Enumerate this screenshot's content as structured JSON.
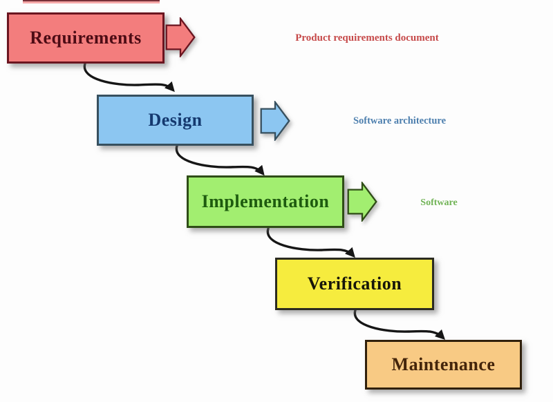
{
  "diagram": {
    "type": "waterfall-model-flowchart",
    "background_color": "#fdfdfd",
    "connector_color": "#161616",
    "phases": [
      {
        "label": "Requirements",
        "output": "Product requirements document",
        "box_color": "#f37d7d",
        "border_color": "#6b1520",
        "label_color": "#4d0c15",
        "output_color": "#c64a4a",
        "has_output_arrow": true
      },
      {
        "label": "Design",
        "output": "Software architecture",
        "box_color": "#8cc6f1",
        "border_color": "#37505f",
        "label_color": "#15396f",
        "output_color": "#4d7fae",
        "has_output_arrow": true
      },
      {
        "label": "Implementation",
        "output": "Software",
        "box_color": "#a2ee70",
        "border_color": "#2f4d17",
        "label_color": "#1e5b0f",
        "output_color": "#71b356",
        "has_output_arrow": true
      },
      {
        "label": "Verification",
        "box_color": "#f6ec3e",
        "border_color": "#2b2b20",
        "label_color": "#17160a",
        "has_output_arrow": false
      },
      {
        "label": "Maintenance",
        "box_color": "#f8ca84",
        "border_color": "#30200c",
        "label_color": "#44250b",
        "has_output_arrow": false
      }
    ]
  }
}
